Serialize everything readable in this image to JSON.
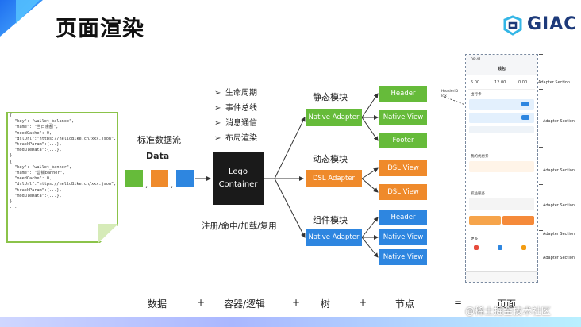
{
  "title": "页面渲染",
  "logo": "GIAC",
  "json_code": "{\n  \"key\": \"wallet_balance\",\n  \"name\": \"当日余额\",\n  \"needCache\": 0,\n  \"dslUrl\":\"https://helloBike.cn/xxx.json\",\n  \"trackParam\":{...},\n  \"moduleData\":{...},\n},\n{\n  \"key\": \"wallet_banner\",\n  \"name\": \"营销banner\",\n  \"needCache\": 0,\n  \"dslUrl\":\"https://helloBike.cn/xxx.json\",\n  \"trackParam\":{...},\n  \"moduleData\":{...},\n},\n...",
  "data_stream_label": "标准数据流",
  "data_label": "Data",
  "lego": {
    "line1": "Lego",
    "line2": "Container"
  },
  "features": [
    "生命周期",
    "事件总线",
    "消息通信",
    "布局渲染"
  ],
  "register_label": "注册/命中/加载/复用",
  "groups": {
    "static": {
      "label": "静态模块",
      "adapter": "Native Adapter",
      "items": [
        "Header",
        "Native View",
        "Footer"
      ]
    },
    "dynamic": {
      "label": "动态模块",
      "adapter": "DSL Adapter",
      "items": [
        "DSL View",
        "DSL View"
      ]
    },
    "component": {
      "label": "组件模块",
      "adapter": "Native Adapter",
      "items": [
        "Header",
        "Native View",
        "Native View"
      ]
    }
  },
  "phone": {
    "header_side": "HeaderID\nldx",
    "time_label": "09:41",
    "page_title": "钱包",
    "nums": [
      "5.00",
      "12.00",
      "0.00"
    ],
    "section_labels": [
      "出行卡",
      "我的优惠券",
      "权益服务",
      "更多"
    ]
  },
  "side_labels": [
    "Adapter Section",
    "Adapter Section",
    "Adapter Section",
    "Adapter Section",
    "Adapter Section",
    "Adapter Section"
  ],
  "bottom": {
    "a": "数据",
    "plus1": "+",
    "b": "容器/逻辑",
    "plus2": "+",
    "c": "树",
    "plus3": "+",
    "d": "节点",
    "eq": "=",
    "e": "页面"
  },
  "watermark": "@稀土掘金技术社区",
  "colors": {
    "green": "#66bb3a",
    "orange": "#ef8a2b",
    "blue": "#2e86e0",
    "dark": "#1a1a1a"
  }
}
